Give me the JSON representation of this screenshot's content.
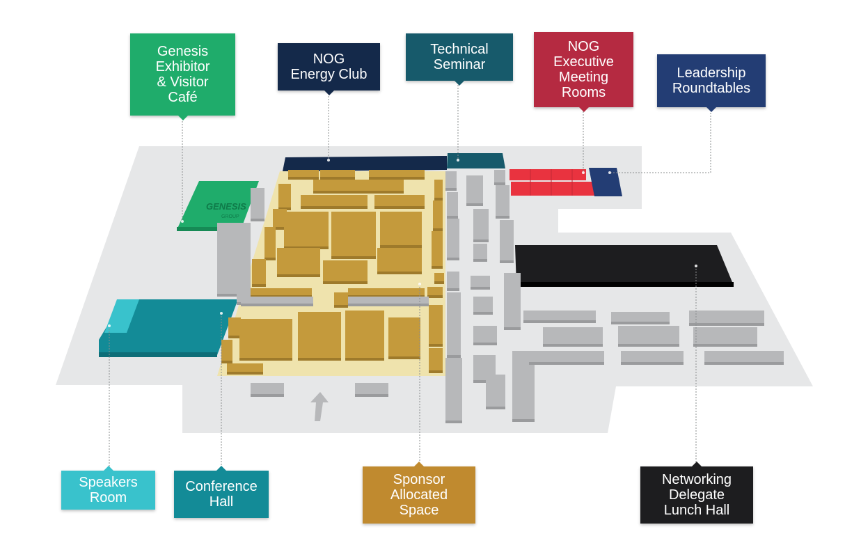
{
  "colors": {
    "floor": "#e6e7e8",
    "sponsor_area": "#efe3ad",
    "booth": "#c49a3c",
    "grey_block": "#b7b8ba",
    "genesis": "#1fac6b",
    "speakers": "#39c2cc",
    "conference": "#138b97",
    "nog_energy": "#14294a",
    "technical": "#175a6b",
    "executive": "#b52a41",
    "executive_rooms": "#e9333f",
    "leadership": "#233d74",
    "networking": "#1d1d1f",
    "connector": "#8a8c8e"
  },
  "genesis_logo": {
    "text": "GENESIS",
    "subtext": "GROUP"
  },
  "labels": {
    "genesis": "Genesis\nExhibitor\n& Visitor\nCafé",
    "nog_energy": "NOG\nEnergy Club",
    "technical": "Technical\nSeminar",
    "executive": "NOG\nExecutive\nMeeting\nRooms",
    "leadership": "Leadership\nRoundtables",
    "speakers": "Speakers\nRoom",
    "conference": "Conference\nHall",
    "sponsor": "Sponsor\nAllocated\nSpace",
    "networking": "Networking\nDelegate\nLunch Hall"
  }
}
